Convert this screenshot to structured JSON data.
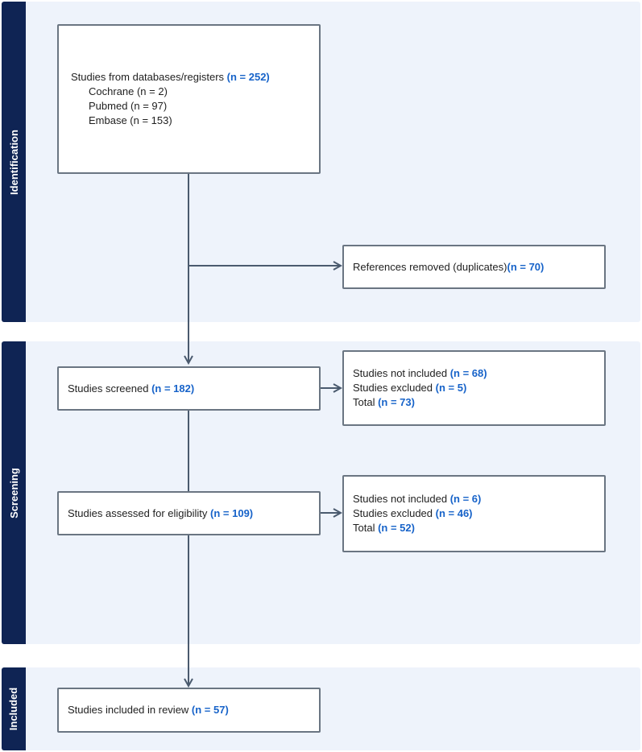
{
  "phases": {
    "identification": "Identification",
    "screening": "Screening",
    "included": "Included"
  },
  "boxes": {
    "databases": {
      "text": "Studies from databases/registers ",
      "count": "(n = 252)",
      "sources": [
        "Cochrane (n = 2)",
        "Pubmed (n = 97)",
        "Embase (n = 153)"
      ]
    },
    "duplicates": {
      "text": "References removed (duplicates)",
      "count": "(n = 70)"
    },
    "screened": {
      "text": "Studies screened ",
      "count": "(n = 182)"
    },
    "excluded_screening": {
      "line1_text": "Studies not included ",
      "line1_count": "(n = 68)",
      "line2_text": "Studies excluded ",
      "line2_count": "(n = 5)",
      "line3_text": "Total ",
      "line3_count": "(n = 73)"
    },
    "eligibility": {
      "text": "Studies assessed for eligibility ",
      "count": "(n = 109)"
    },
    "excluded_eligibility": {
      "line1_text": "Studies not included ",
      "line1_count": "(n = 6)",
      "line2_text": "Studies excluded ",
      "line2_count": "(n = 46)",
      "line3_text": "Total ",
      "line3_count": "(n = 52)"
    },
    "included": {
      "text": "Studies included in review ",
      "count": "(n = 57)"
    }
  },
  "colors": {
    "phase_tab": "#0f2454",
    "phase_band": "#eef3fb",
    "highlight": "#1763c9",
    "connector": "#4a5a6e"
  }
}
